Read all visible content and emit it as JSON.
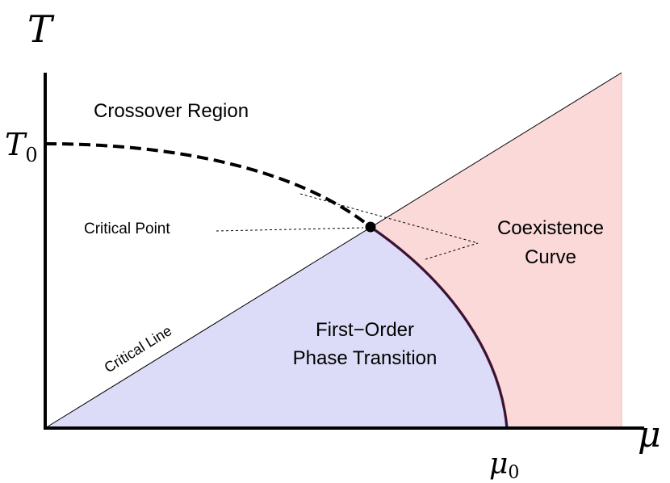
{
  "axes": {
    "y_label": "T",
    "x_label": "μ",
    "y_tick_base": "T",
    "y_tick_sub": "0",
    "x_tick_base": "μ",
    "x_tick_sub": "0"
  },
  "labels": {
    "crossover_region": "Crossover Region",
    "critical_point": "Critical Point",
    "critical_line": "Critical Line",
    "coexistence_line1": "Coexistence",
    "coexistence_line2": "Curve",
    "first_order_line1": "First−Order",
    "first_order_line2": "Phase Transition"
  },
  "colors": {
    "first_order_fill": "#dcdcf8",
    "coexistence_fill": "#fbd9d9",
    "curve_stroke": "#1a1a4a",
    "axis": "#000000"
  }
}
